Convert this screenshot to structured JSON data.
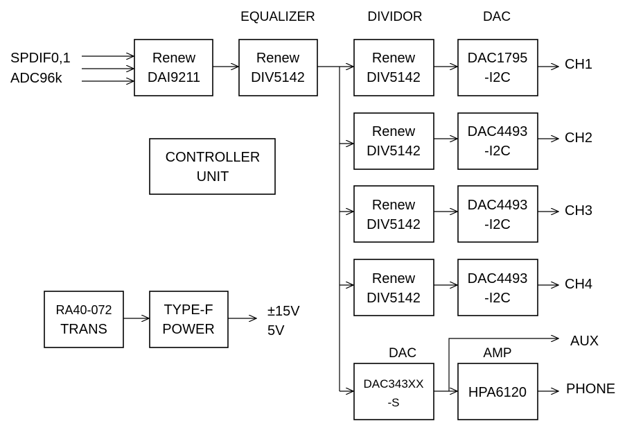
{
  "headers": {
    "equalizer": "EQUALIZER",
    "dividor": "DIVIDOR",
    "dac_top": "DAC",
    "dac_bottom": "DAC",
    "amp": "AMP"
  },
  "inputs": {
    "line1": "SPDIF0,1",
    "line2": "ADC96k"
  },
  "blocks": {
    "dai": [
      "Renew",
      "DAI9211"
    ],
    "equalizer": [
      "Renew",
      "DIV5142"
    ],
    "div1": [
      "Renew",
      "DIV5142"
    ],
    "div2": [
      "Renew",
      "DIV5142"
    ],
    "div3": [
      "Renew",
      "DIV5142"
    ],
    "div4": [
      "Renew",
      "DIV5142"
    ],
    "dac1": [
      "DAC1795",
      "-I2C"
    ],
    "dac2": [
      "DAC4493",
      "-I2C"
    ],
    "dac3": [
      "DAC4493",
      "-I2C"
    ],
    "dac4": [
      "DAC4493",
      "-I2C"
    ],
    "dac343": [
      "DAC343XX",
      "-S"
    ],
    "hpa": [
      "HPA6120"
    ],
    "controller": [
      "CONTROLLER",
      "UNIT"
    ],
    "trans": [
      "RA40-072",
      "TRANS"
    ],
    "power": [
      "TYPE-F",
      "POWER"
    ]
  },
  "outputs": {
    "ch1": "CH1",
    "ch2": "CH2",
    "ch3": "CH3",
    "ch4": "CH4",
    "aux": "AUX",
    "phone": "PHONE"
  },
  "power_out": {
    "line1": "±15V",
    "line2": "5V"
  }
}
